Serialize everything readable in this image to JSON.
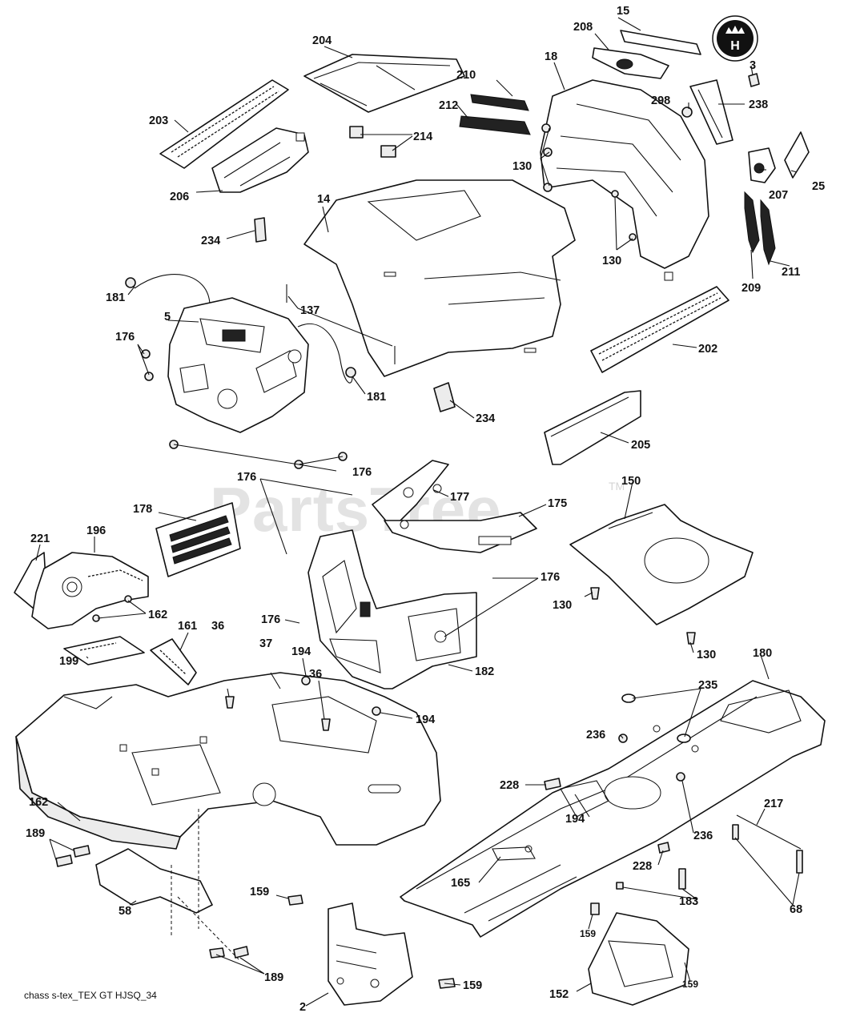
{
  "watermark": {
    "text": "PartsTree",
    "trademark": "TM"
  },
  "logo": {
    "name": "husqvarna-crown-logo",
    "letter": "H"
  },
  "footer": {
    "diagram_code": "chass s-tex_TEX GT HJSQ_34"
  },
  "callouts": {
    "c2": "2",
    "c3": "3",
    "c5": "5",
    "c14": "14",
    "c15": "15",
    "c18": "18",
    "c25": "25",
    "c36a": "36",
    "c36b": "36",
    "c37": "37",
    "c58": "58",
    "c68": "68",
    "c130a": "130",
    "c130b": "130",
    "c130c": "130",
    "c130d": "130",
    "c137": "137",
    "c150": "150",
    "c152": "152",
    "c159a": "159",
    "c159b": "159",
    "c159c": "159",
    "c159d": "159",
    "c161": "161",
    "c162a": "162",
    "c162b": "162",
    "c165": "165",
    "c175": "175",
    "c176a": "176",
    "c176b": "176",
    "c176c": "176",
    "c176d": "176",
    "c176e": "176",
    "c177": "177",
    "c178": "178",
    "c180": "180",
    "c181a": "181",
    "c181b": "181",
    "c182": "182",
    "c183": "183",
    "c189a": "189",
    "c189b": "189",
    "c194a": "194",
    "c194b": "194",
    "c194c": "194",
    "c196": "196",
    "c199": "199",
    "c202": "202",
    "c203": "203",
    "c204": "204",
    "c205": "205",
    "c206": "206",
    "c207": "207",
    "c208": "208",
    "c209": "209",
    "c210": "210",
    "c211": "211",
    "c212": "212",
    "c214": "214",
    "c217": "217",
    "c221": "221",
    "c228a": "228",
    "c228b": "228",
    "c234a": "234",
    "c234b": "234",
    "c235": "235",
    "c236a": "236",
    "c236b": "236",
    "c238": "238",
    "c298": "298"
  }
}
